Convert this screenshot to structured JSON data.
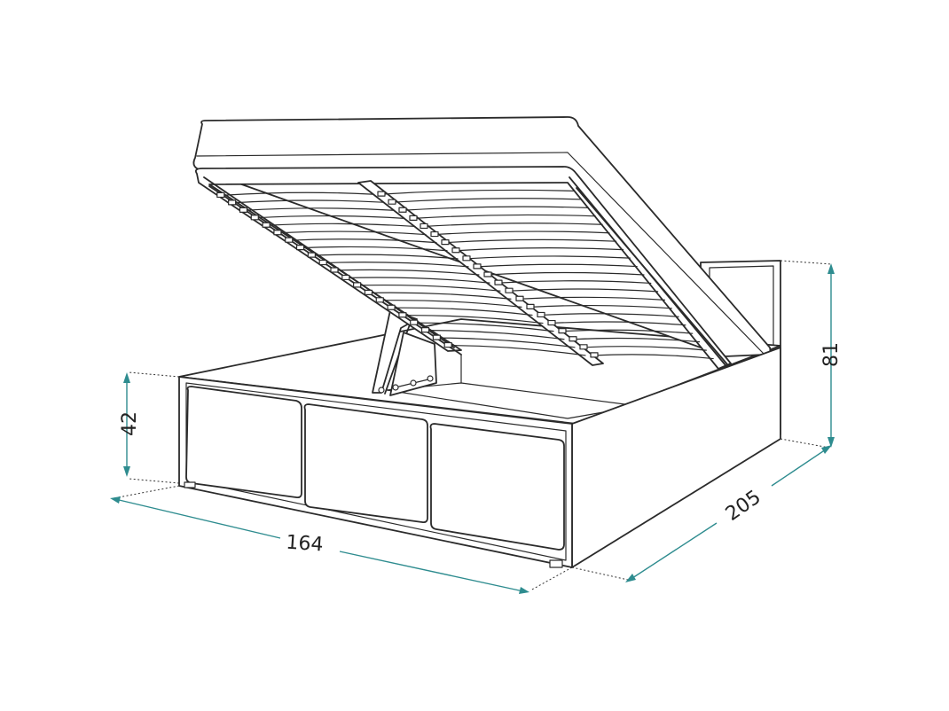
{
  "dimensions": {
    "width": "164",
    "length": "205",
    "height_frame": "42",
    "height_headboard": "81"
  },
  "colors": {
    "line": "#2b2b2b",
    "dimension": "#2e8c8f",
    "background": "#ffffff"
  }
}
